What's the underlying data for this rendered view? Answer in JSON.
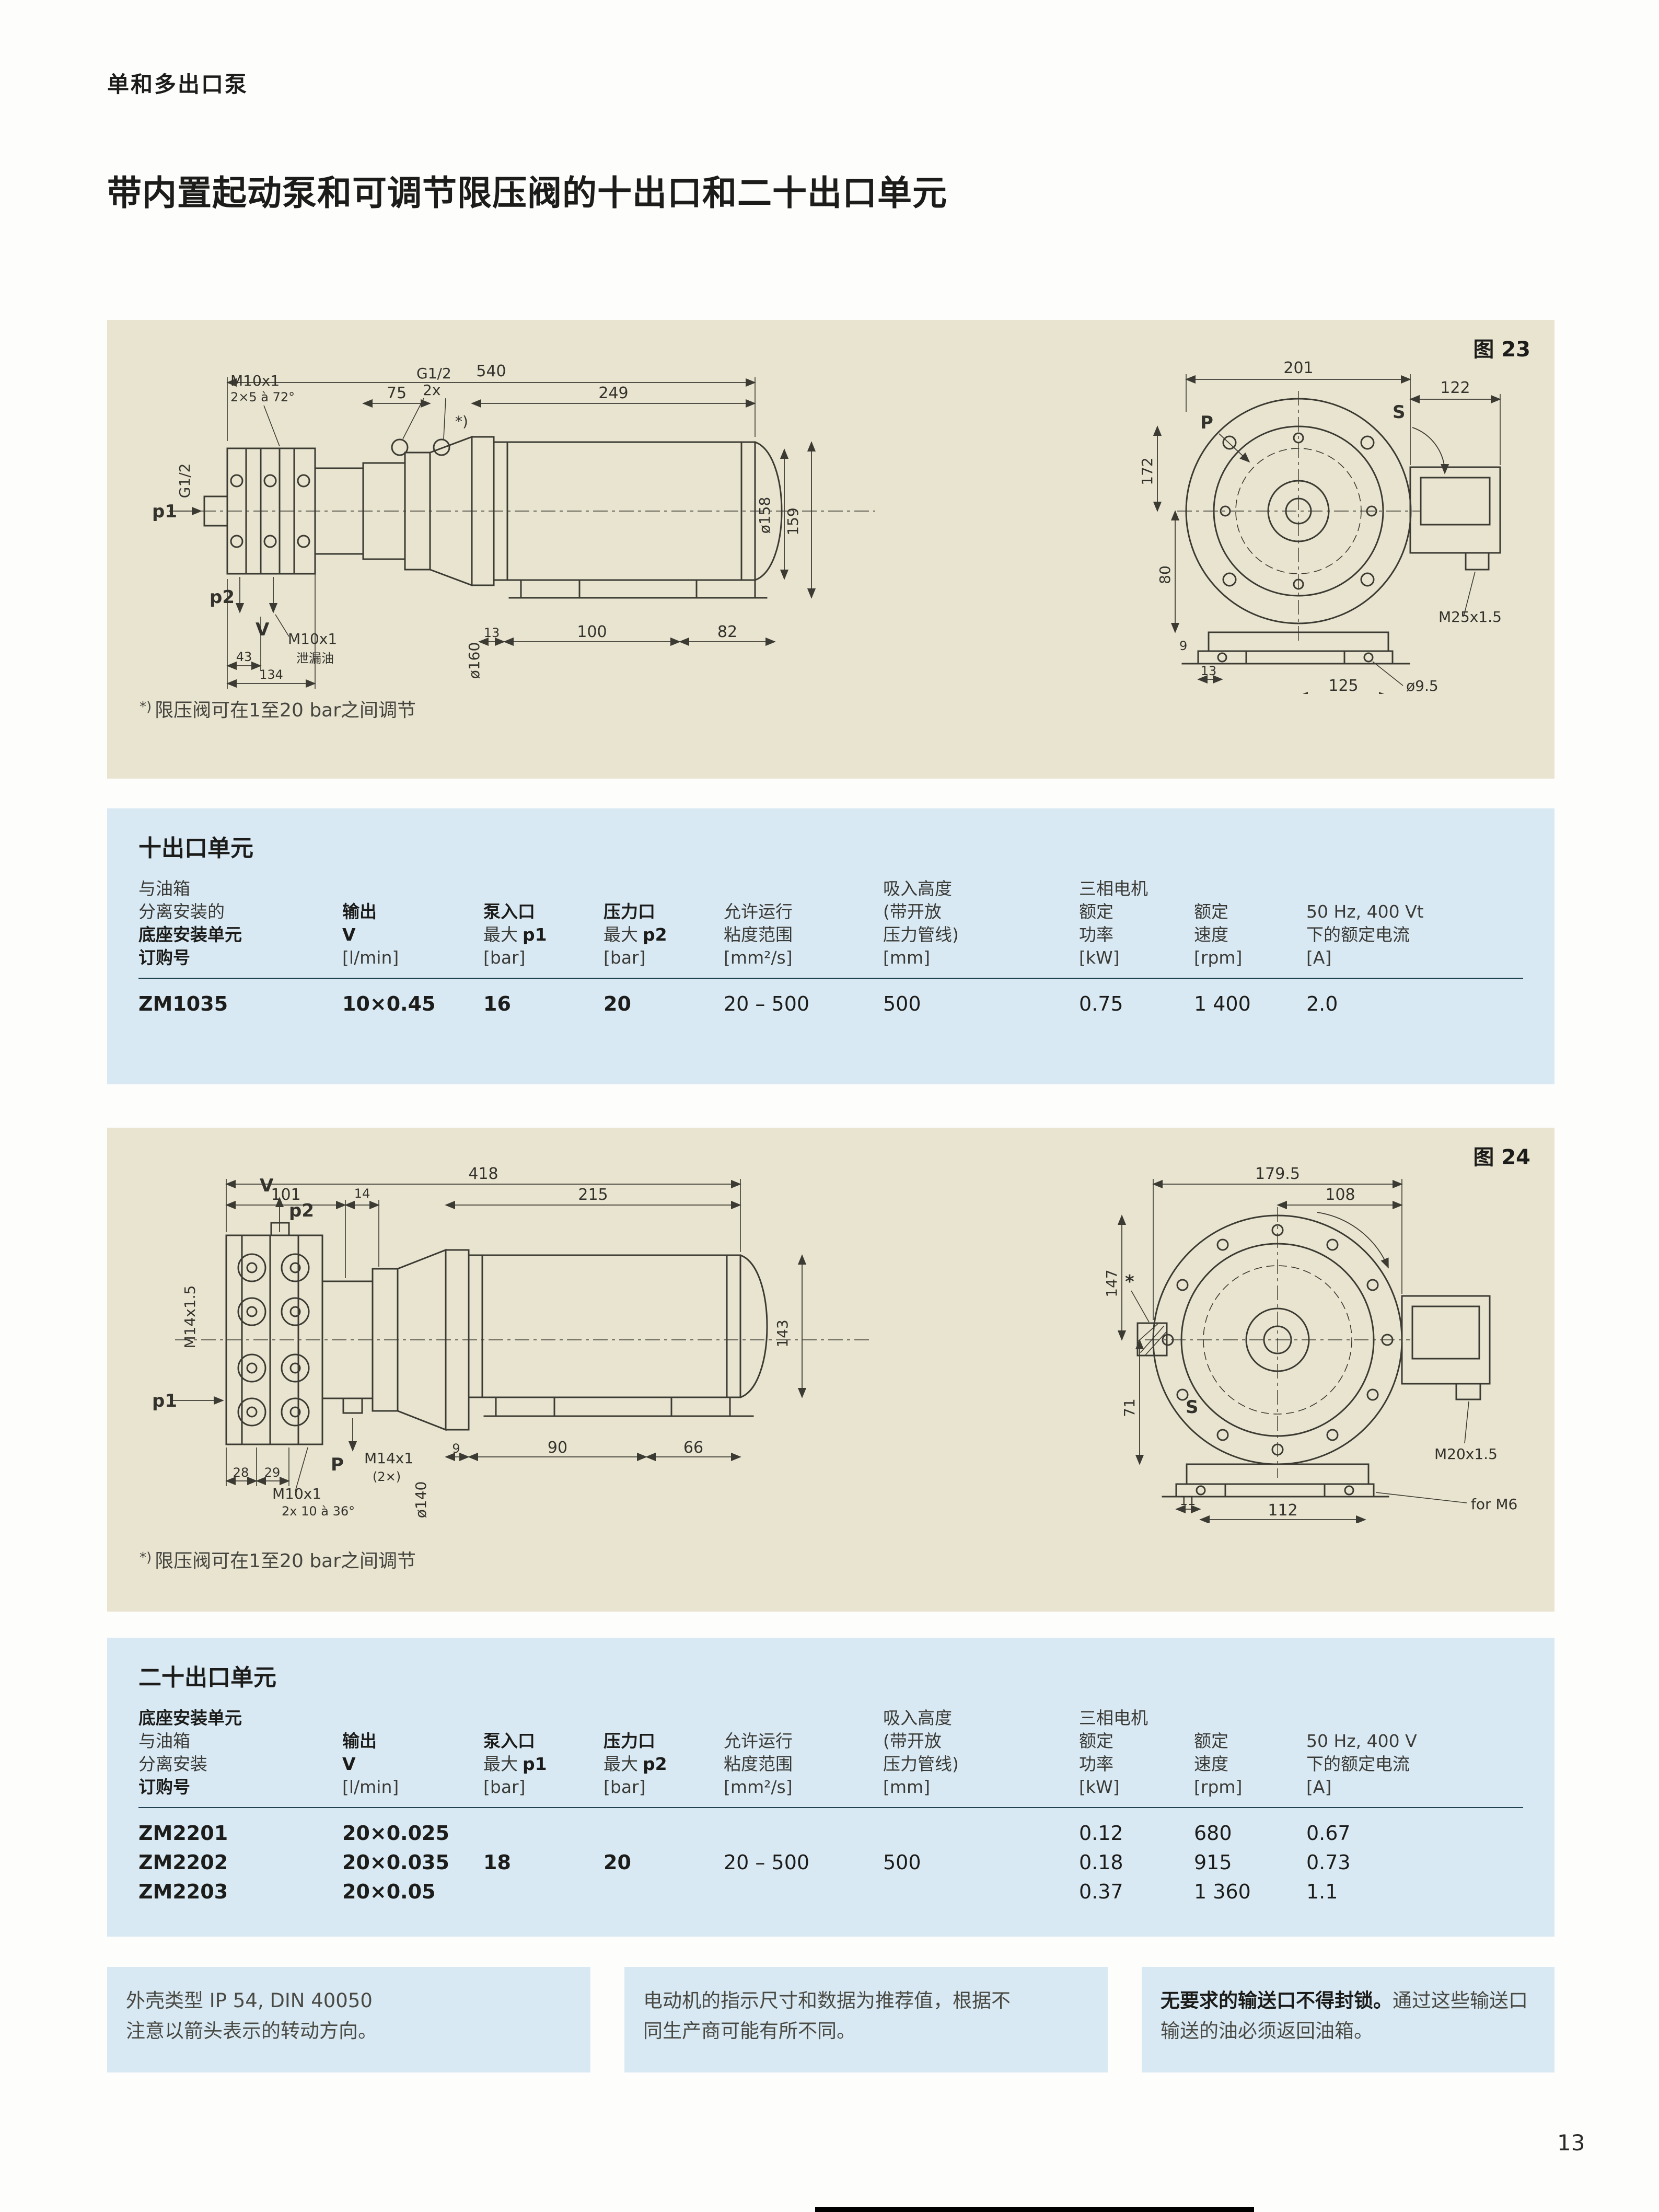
{
  "page": {
    "eyebrow": "单和多出口泵",
    "title": "带内置起动泵和可调节限压阀的十出口和二十出口单元",
    "number": "13"
  },
  "colors": {
    "panel_beige": "#e9e4d0",
    "panel_blue": "#d9e9f3",
    "header_rule": "#20414f",
    "ink": "#1c1c1a"
  },
  "fig23": {
    "tag": "图 23",
    "footnote_mark": "*)",
    "footnote": "限压阀可在1至20 bar之间调节",
    "labels": {
      "len540": "540",
      "len75": "75",
      "len249": "249",
      "m10_top": "M10x1",
      "m10_top_sub": "2×5 à 72°",
      "g12_top": "G1/2",
      "g12_top_qty": "2x",
      "g12_left": "G1/2",
      "p1": "p1",
      "p2": "p2",
      "v": "V",
      "m10_drain": "M10x1",
      "drain": "泄漏油",
      "len43": "43",
      "len134": "134",
      "d160": "ø160",
      "len13a": "13",
      "len100": "100",
      "len82": "82",
      "d158": "ø158",
      "len159": "159",
      "star": "*)",
      "len201": "201",
      "len122": "122",
      "p": "P",
      "s": "S",
      "len172": "172",
      "len80": "80",
      "len9": "9",
      "len13b": "13",
      "len125": "125",
      "d95": "ø9.5",
      "m25": "M25x1.5"
    }
  },
  "table10": {
    "title": "十出口单元",
    "columns": [
      {
        "l1": "与油箱",
        "l2": "分离安装的",
        "l3": "底座安装单元",
        "l4": "订购号"
      },
      {
        "l1": "输出",
        "l2": "V",
        "l3": "[l/min]"
      },
      {
        "l1": "泵入口",
        "l2a": "最大",
        "l2b": "p1",
        "l3": "[bar]"
      },
      {
        "l1": "压力口",
        "l2a": "最大",
        "l2b": "p2",
        "l3": "[bar]"
      },
      {
        "l1": "允许运行",
        "l2": "粘度范围",
        "l3": "[mm²/s]"
      },
      {
        "l1": "吸入高度",
        "l2": "(带开放",
        "l3": "压力管线)",
        "l4": "[mm]"
      },
      {
        "l1": "三相电机",
        "l2": "额定",
        "l3": "功率",
        "l4": "[kW]"
      },
      {
        "l1": "额定",
        "l2": "速度",
        "l3": "[rpm]"
      },
      {
        "l1": "50 Hz, 400 Vt",
        "l2": "下的额定电流",
        "l3": "[A]"
      }
    ],
    "rows": [
      {
        "order": "ZM1035",
        "output": "10×0.45",
        "p1": "16",
        "p2": "20",
        "visc": "20 – 500",
        "suction": "500",
        "power": "0.75",
        "speed": "1 400",
        "current": "2.0"
      }
    ]
  },
  "fig24": {
    "tag": "图 24",
    "footnote_mark": "*)",
    "footnote": "限压阀可在1至20 bar之间调节",
    "labels": {
      "len418": "418",
      "len101": "101",
      "len14": "14",
      "len215": "215",
      "v": "V",
      "p2": "p2",
      "m14_left": "M14x1.5",
      "p1": "p1",
      "p": "P",
      "m14": "M14x1",
      "qty2": "(2×)",
      "m10": "M10x1",
      "sub": "2x 10 à 36°",
      "len28": "28",
      "len29": "29",
      "d140": "ø140",
      "len9": "9",
      "len90": "90",
      "len66": "66",
      "len143": "143",
      "len179": "179.5",
      "len108": "108",
      "star": "*",
      "s": "S",
      "len147": "147",
      "len71": "71",
      "len11": "11",
      "len112": "112",
      "m20": "M20x1.5",
      "form6": "for M6"
    }
  },
  "table20": {
    "title": "二十出口单元",
    "columns": [
      {
        "l1": "底座安装单元",
        "l2": "与油箱",
        "l3": "分离安装",
        "l4": "订购号"
      },
      {
        "l1": "输出",
        "l2": "V",
        "l3": "[l/min]"
      },
      {
        "l1": "泵入口",
        "l2a": "最大",
        "l2b": "p1",
        "l3": "[bar]"
      },
      {
        "l1": "压力口",
        "l2a": "最大",
        "l2b": "p2",
        "l3": "[bar]"
      },
      {
        "l1": "允许运行",
        "l2": "粘度范围",
        "l3": "[mm²/s]"
      },
      {
        "l1": "吸入高度",
        "l2": "(带开放",
        "l3": "压力管线)",
        "l4": "[mm]"
      },
      {
        "l1": "三相电机",
        "l2": "额定",
        "l3": "功率",
        "l4": "[kW]"
      },
      {
        "l1": "额定",
        "l2": "速度",
        "l3": "[rpm]"
      },
      {
        "l1": "50 Hz, 400 V",
        "l2": "下的额定电流",
        "l3": "[A]"
      }
    ],
    "rows": [
      {
        "order": "ZM2201",
        "output": "20×0.025",
        "p1": "",
        "p2": "",
        "visc": "",
        "suction": "",
        "power": "0.12",
        "speed": "680",
        "current": "0.67"
      },
      {
        "order": "ZM2202",
        "output": "20×0.035",
        "p1": "18",
        "p2": "20",
        "visc": "20 – 500",
        "suction": "500",
        "power": "0.18",
        "speed": "915",
        "current": "0.73"
      },
      {
        "order": "ZM2203",
        "output": "20×0.05",
        "p1": "",
        "p2": "",
        "visc": "",
        "suction": "",
        "power": "0.37",
        "speed": "1 360",
        "current": "1.1"
      }
    ]
  },
  "notes": {
    "n1a": "外壳类型 IP 54, DIN 40050",
    "n1b": "注意以箭头表示的转动方向。",
    "n2a": "电动机的指示尺寸和数据为推荐值，根据不",
    "n2b": "同生产商可能有所不同。",
    "n3bold": "无要求的输送口不得封锁。",
    "n3a": "通过这些输送口",
    "n3b": "输送的油必须返回油箱。"
  }
}
